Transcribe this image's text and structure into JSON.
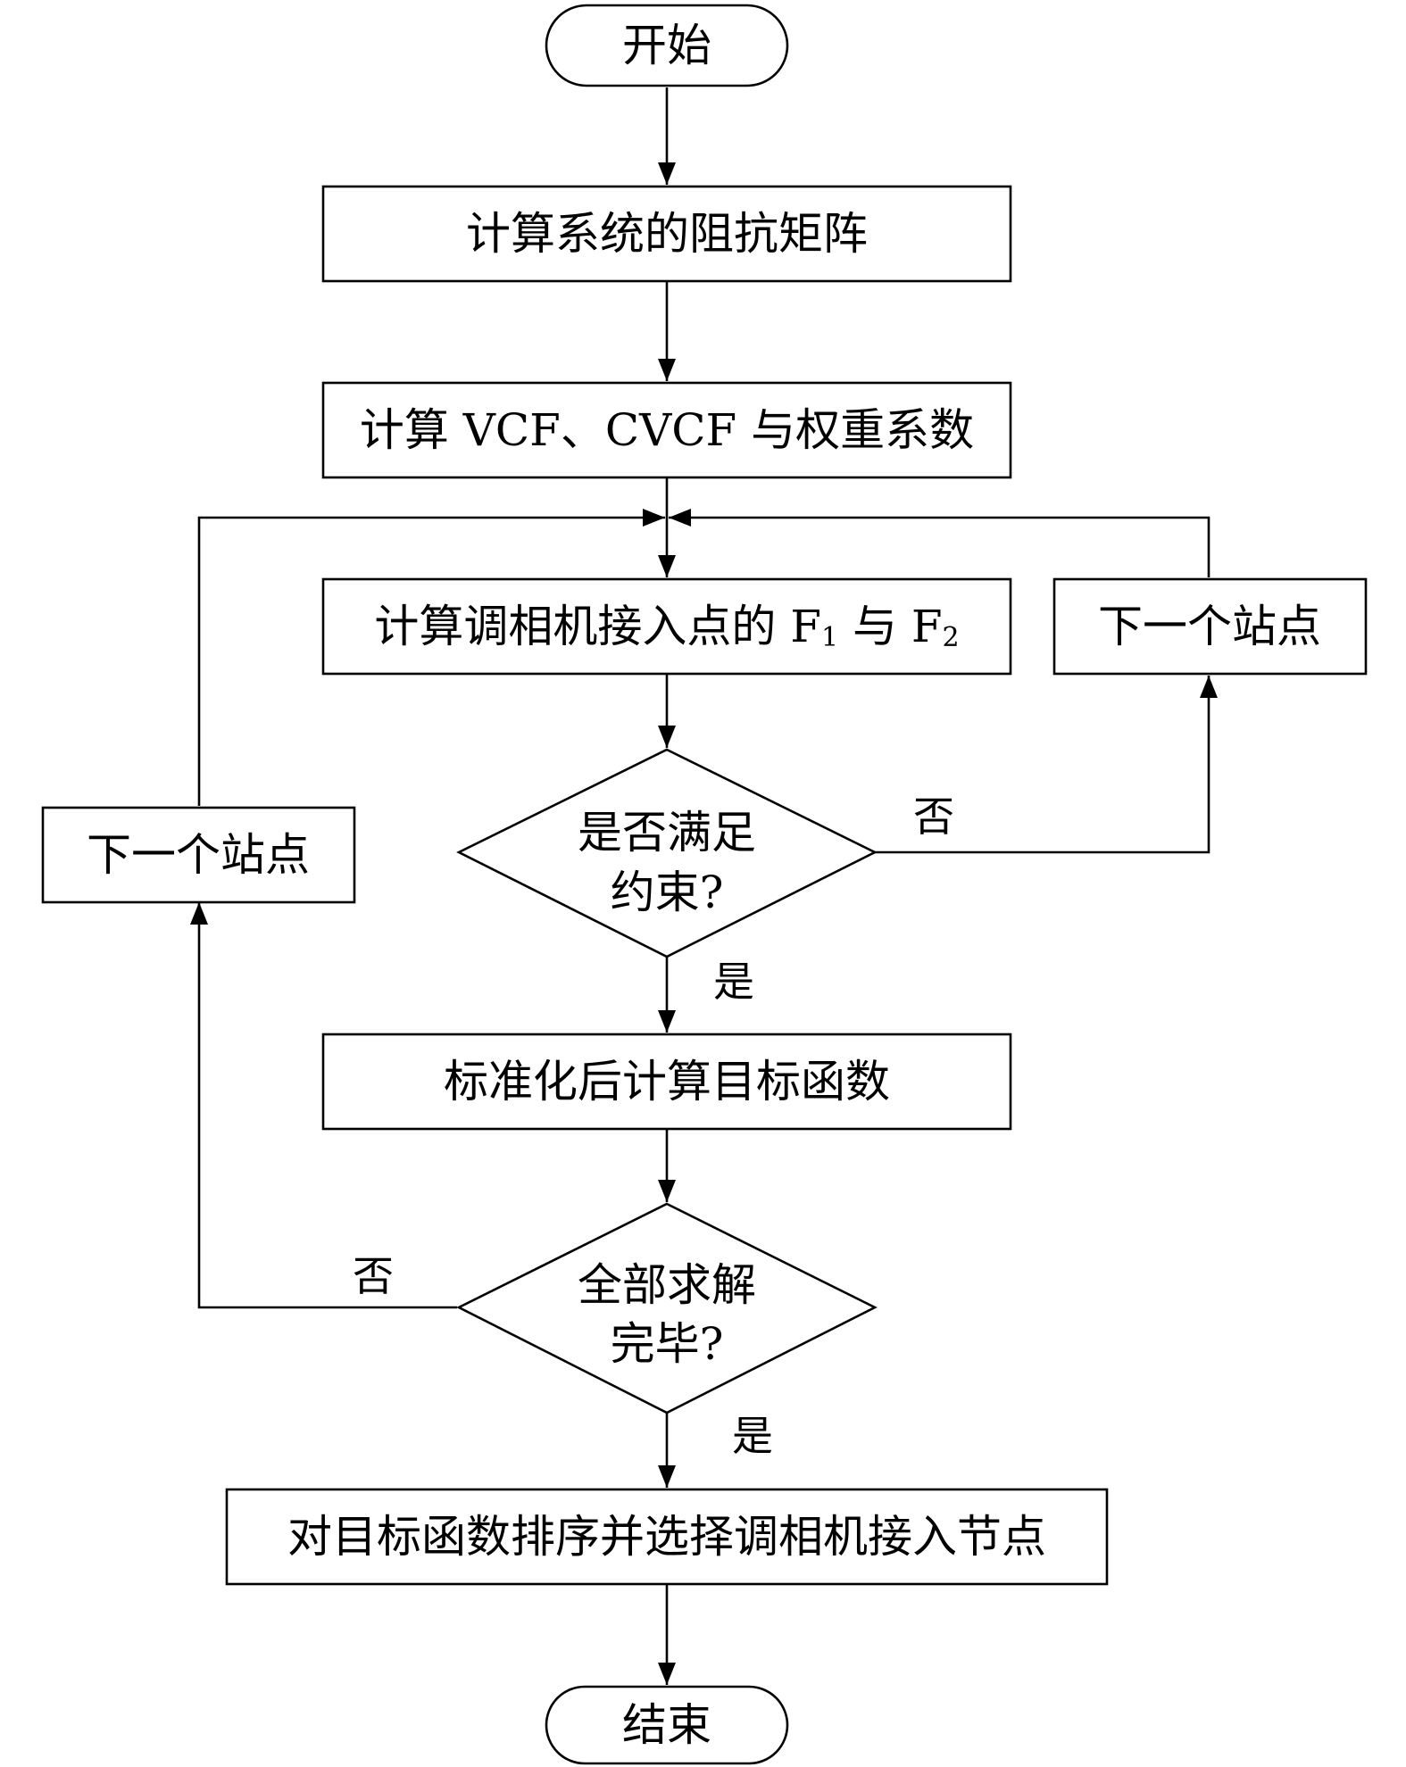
{
  "nodes": {
    "start": "开始",
    "compute_impedance": "计算系统的阻抗矩阵",
    "compute_vcf": "计算 VCF、CVCF 与权重系数",
    "compute_f": {
      "prefix": "计算调相机接入点的 F",
      "sub1": "1",
      "mid": " 与 F",
      "sub2": "2"
    },
    "next_station_right": "下一个站点",
    "check_constraint": {
      "line1": "是否满足",
      "line2": "约束?"
    },
    "next_station_left": "下一个站点",
    "compute_objective": "标准化后计算目标函数",
    "check_all_solved": {
      "line1": "全部求解",
      "line2": "完毕?"
    },
    "sort_select": "对目标函数排序并选择调相机接入节点",
    "end": "结束"
  },
  "edge_labels": {
    "constraint_no": "否",
    "constraint_yes": "是",
    "solved_no": "否",
    "solved_yes": "是"
  }
}
